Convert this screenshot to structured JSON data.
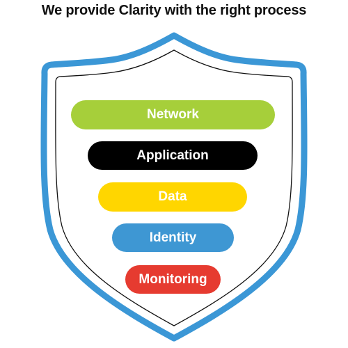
{
  "title": "We provide Clarity with the right process",
  "colors": {
    "shield_border": "#3b97d6",
    "shield_inner_line": "#111111"
  },
  "layers": [
    {
      "label": "Network",
      "color": "#a6cf3a"
    },
    {
      "label": "Application",
      "color": "#000000"
    },
    {
      "label": "Data",
      "color": "#ffd600"
    },
    {
      "label": "Identity",
      "color": "#3e97d3"
    },
    {
      "label": "Monitoring",
      "color": "#e63b30"
    }
  ]
}
